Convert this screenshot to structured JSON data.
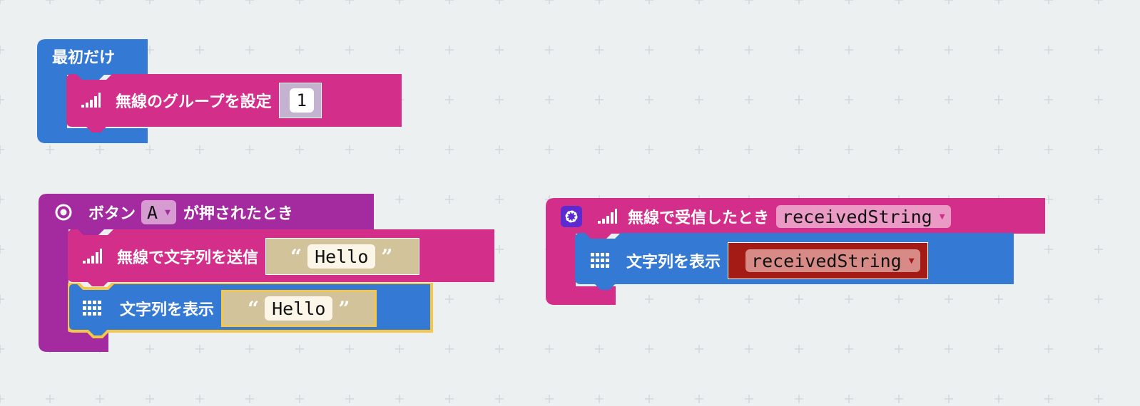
{
  "colors": {
    "background": "#ecf0f1",
    "grid_plus": "#cfd8dc",
    "basic_blue": "#3479d4",
    "radio_pink": "#d42e8b",
    "input_purple": "#a42aa0",
    "text_tan": "#d3c39b",
    "number_lilac": "#c4b2d1",
    "variable_red": "#a41a14",
    "selection_yellow": "#f7c644"
  },
  "blocks": {
    "on_start": {
      "label": "最初だけ",
      "set_group": {
        "icon": "signal-bars-icon",
        "label": "無線のグループを設定",
        "value": "1"
      }
    },
    "on_button": {
      "icon": "target-icon",
      "label_before": "ボタン",
      "button": "A",
      "label_after": "が押されたとき",
      "send_string": {
        "icon": "signal-bars-icon",
        "label": "無線で文字列を送信",
        "value": "Hello"
      },
      "show_string": {
        "icon": "led-grid-icon",
        "label": "文字列を表示",
        "value": "Hello"
      }
    },
    "on_received": {
      "icon": "gear-icon",
      "signal_icon": "signal-bars-icon",
      "label": "無線で受信したとき",
      "variable": "receivedString",
      "show_string": {
        "icon": "led-grid-icon",
        "label": "文字列を表示",
        "variable": "receivedString"
      }
    }
  },
  "glyphs": {
    "dropdown_arrow": "▼",
    "quote_open": "“",
    "quote_close": "”"
  }
}
